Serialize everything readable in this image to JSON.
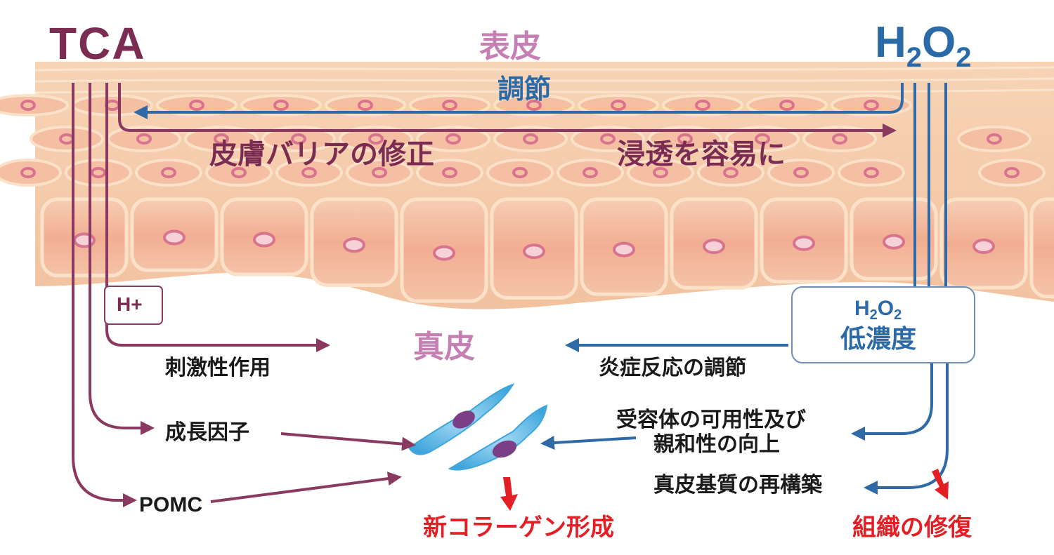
{
  "labels": {
    "tca": "TCA",
    "h2o2": {
      "h": "H",
      "sub1": "2",
      "o": "O",
      "sub2": "2"
    },
    "epidermis": "表皮",
    "regulation": "調節",
    "barrier_repair": "皮膚バリアの修正",
    "permeation": "浸透を容易に",
    "h_plus": "H+",
    "dermis": "真皮",
    "low_box": {
      "h": "H",
      "sub1": "2",
      "o": "O",
      "sub2": "2",
      "low_conc": "低濃度"
    },
    "stimulation": "刺激性作用",
    "inflammation_reg": "炎症反応の調節",
    "growth_factor": "成長因子",
    "receptor_line1": "受容体の可用性及び",
    "receptor_line2": "親和性の向上",
    "pomc": "POMC",
    "matrix_rebuild": "真皮基質の再構築",
    "new_collagen": "新コラーゲン形成",
    "tissue_repair": "組織の修復"
  },
  "colors": {
    "tca_purple": "#7a2c52",
    "h2o2_blue": "#2b6aa8",
    "layer_pink": "#c57fb3",
    "result_red": "#e31e24",
    "skin_base": "#f2b89a",
    "cell_nucleus": "#d9748e",
    "fibroblast": "#5bb8e6"
  }
}
